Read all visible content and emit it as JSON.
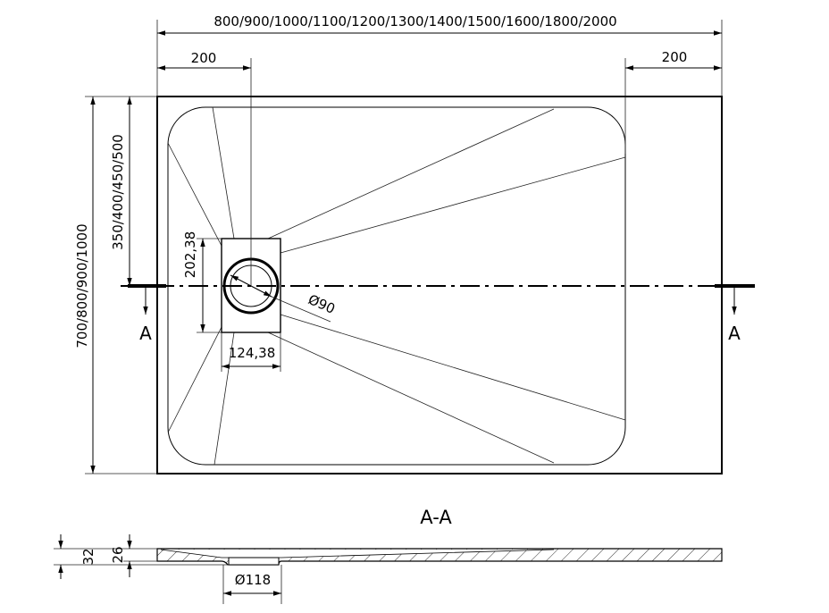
{
  "drawing": {
    "top_width_dim": "800/900/1000/1100/1200/1300/1400/1500/1600/1800/2000",
    "left_offset_dim": "200",
    "right_offset_dim": "200",
    "total_depth_dim": "700/800/900/1000",
    "half_depth_dim": "350/400/450/500",
    "drain_box_height": "202,38",
    "drain_box_width": "124,38",
    "drain_diameter": "Ø90",
    "section_marker_left": "A",
    "section_marker_right": "A",
    "section_title": "A-A",
    "section_height_total": "32",
    "section_height_inner": "26",
    "section_drain_diameter": "Ø118"
  }
}
